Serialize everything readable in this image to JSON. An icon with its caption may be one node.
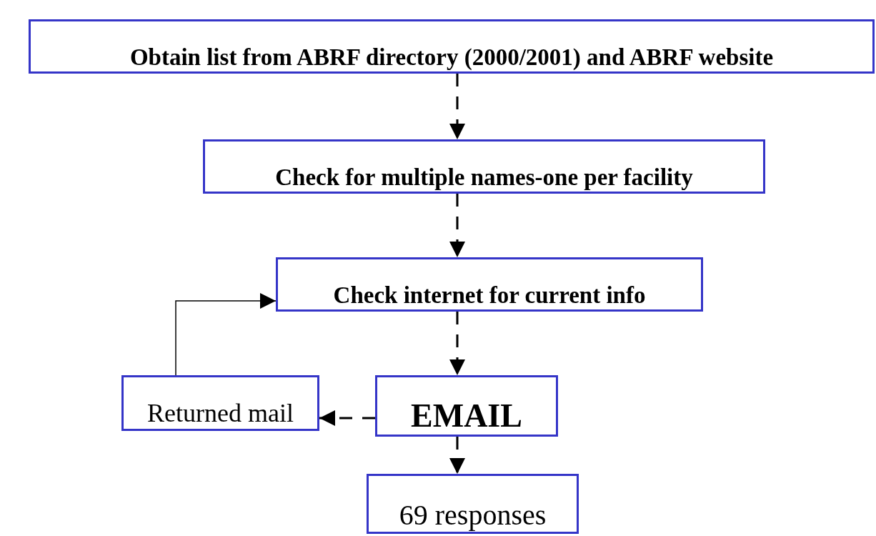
{
  "diagram": {
    "nodes": [
      {
        "text": [
          "Obtain list from ABRF directory (2000/2001) and ABRF website"
        ]
      },
      {
        "text": [
          "Check for multiple names-one per facility"
        ]
      },
      {
        "text": [
          "Check internet for current info"
        ]
      },
      {
        "text": [
          "Returned mail"
        ]
      },
      {
        "text": [
          "EMAIL"
        ]
      },
      {
        "text": [
          "69 responses"
        ]
      }
    ],
    "edges": [
      {
        "from": 0,
        "to": 1,
        "arrow": "to",
        "style": "dashed"
      },
      {
        "from": 1,
        "to": 2,
        "arrow": "to",
        "style": "dashed"
      },
      {
        "from": 2,
        "to": 4,
        "arrow": "to",
        "style": "dashed"
      },
      {
        "from": 4,
        "to": 3,
        "arrow": "to",
        "style": "dashed"
      },
      {
        "from": 3,
        "to": 2,
        "arrow": "to"
      },
      {
        "from": 4,
        "to": 5,
        "arrow": "to",
        "style": "dashed"
      }
    ]
  }
}
